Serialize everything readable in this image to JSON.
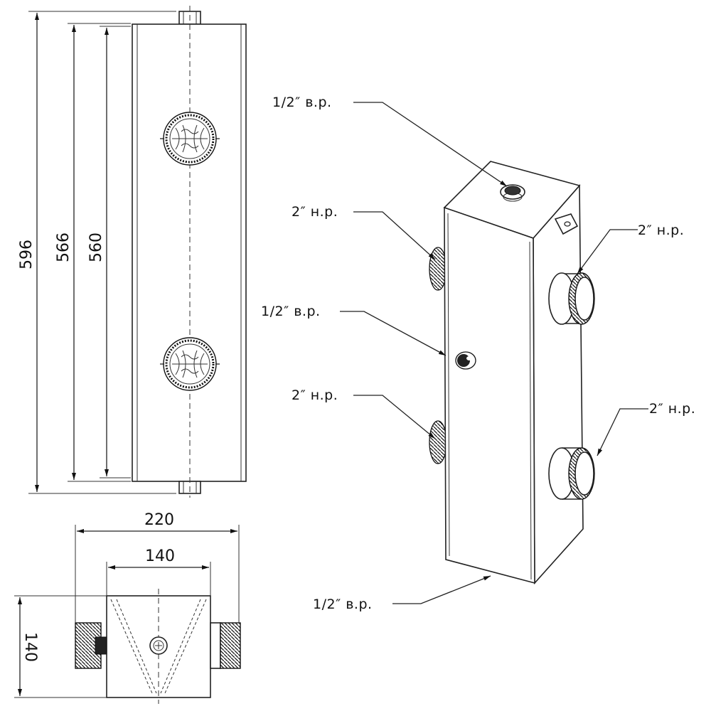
{
  "dimensions": {
    "height_total": "596",
    "height_nozzles": "566",
    "height_inner": "560",
    "width_total": "220",
    "width_body": "140",
    "depth_body": "140"
  },
  "callouts": {
    "top_port": "1/2″ в.р.",
    "left_upper": "2″ н.р.",
    "right_upper": "2″ н.р.",
    "middle_port": "1/2″ в.р.",
    "left_lower": "2″ н.р.",
    "right_lower": "2″ н.р.",
    "bottom_port": "1/2″ в.р."
  },
  "colors": {
    "line": "#222222",
    "background": "#ffffff"
  }
}
